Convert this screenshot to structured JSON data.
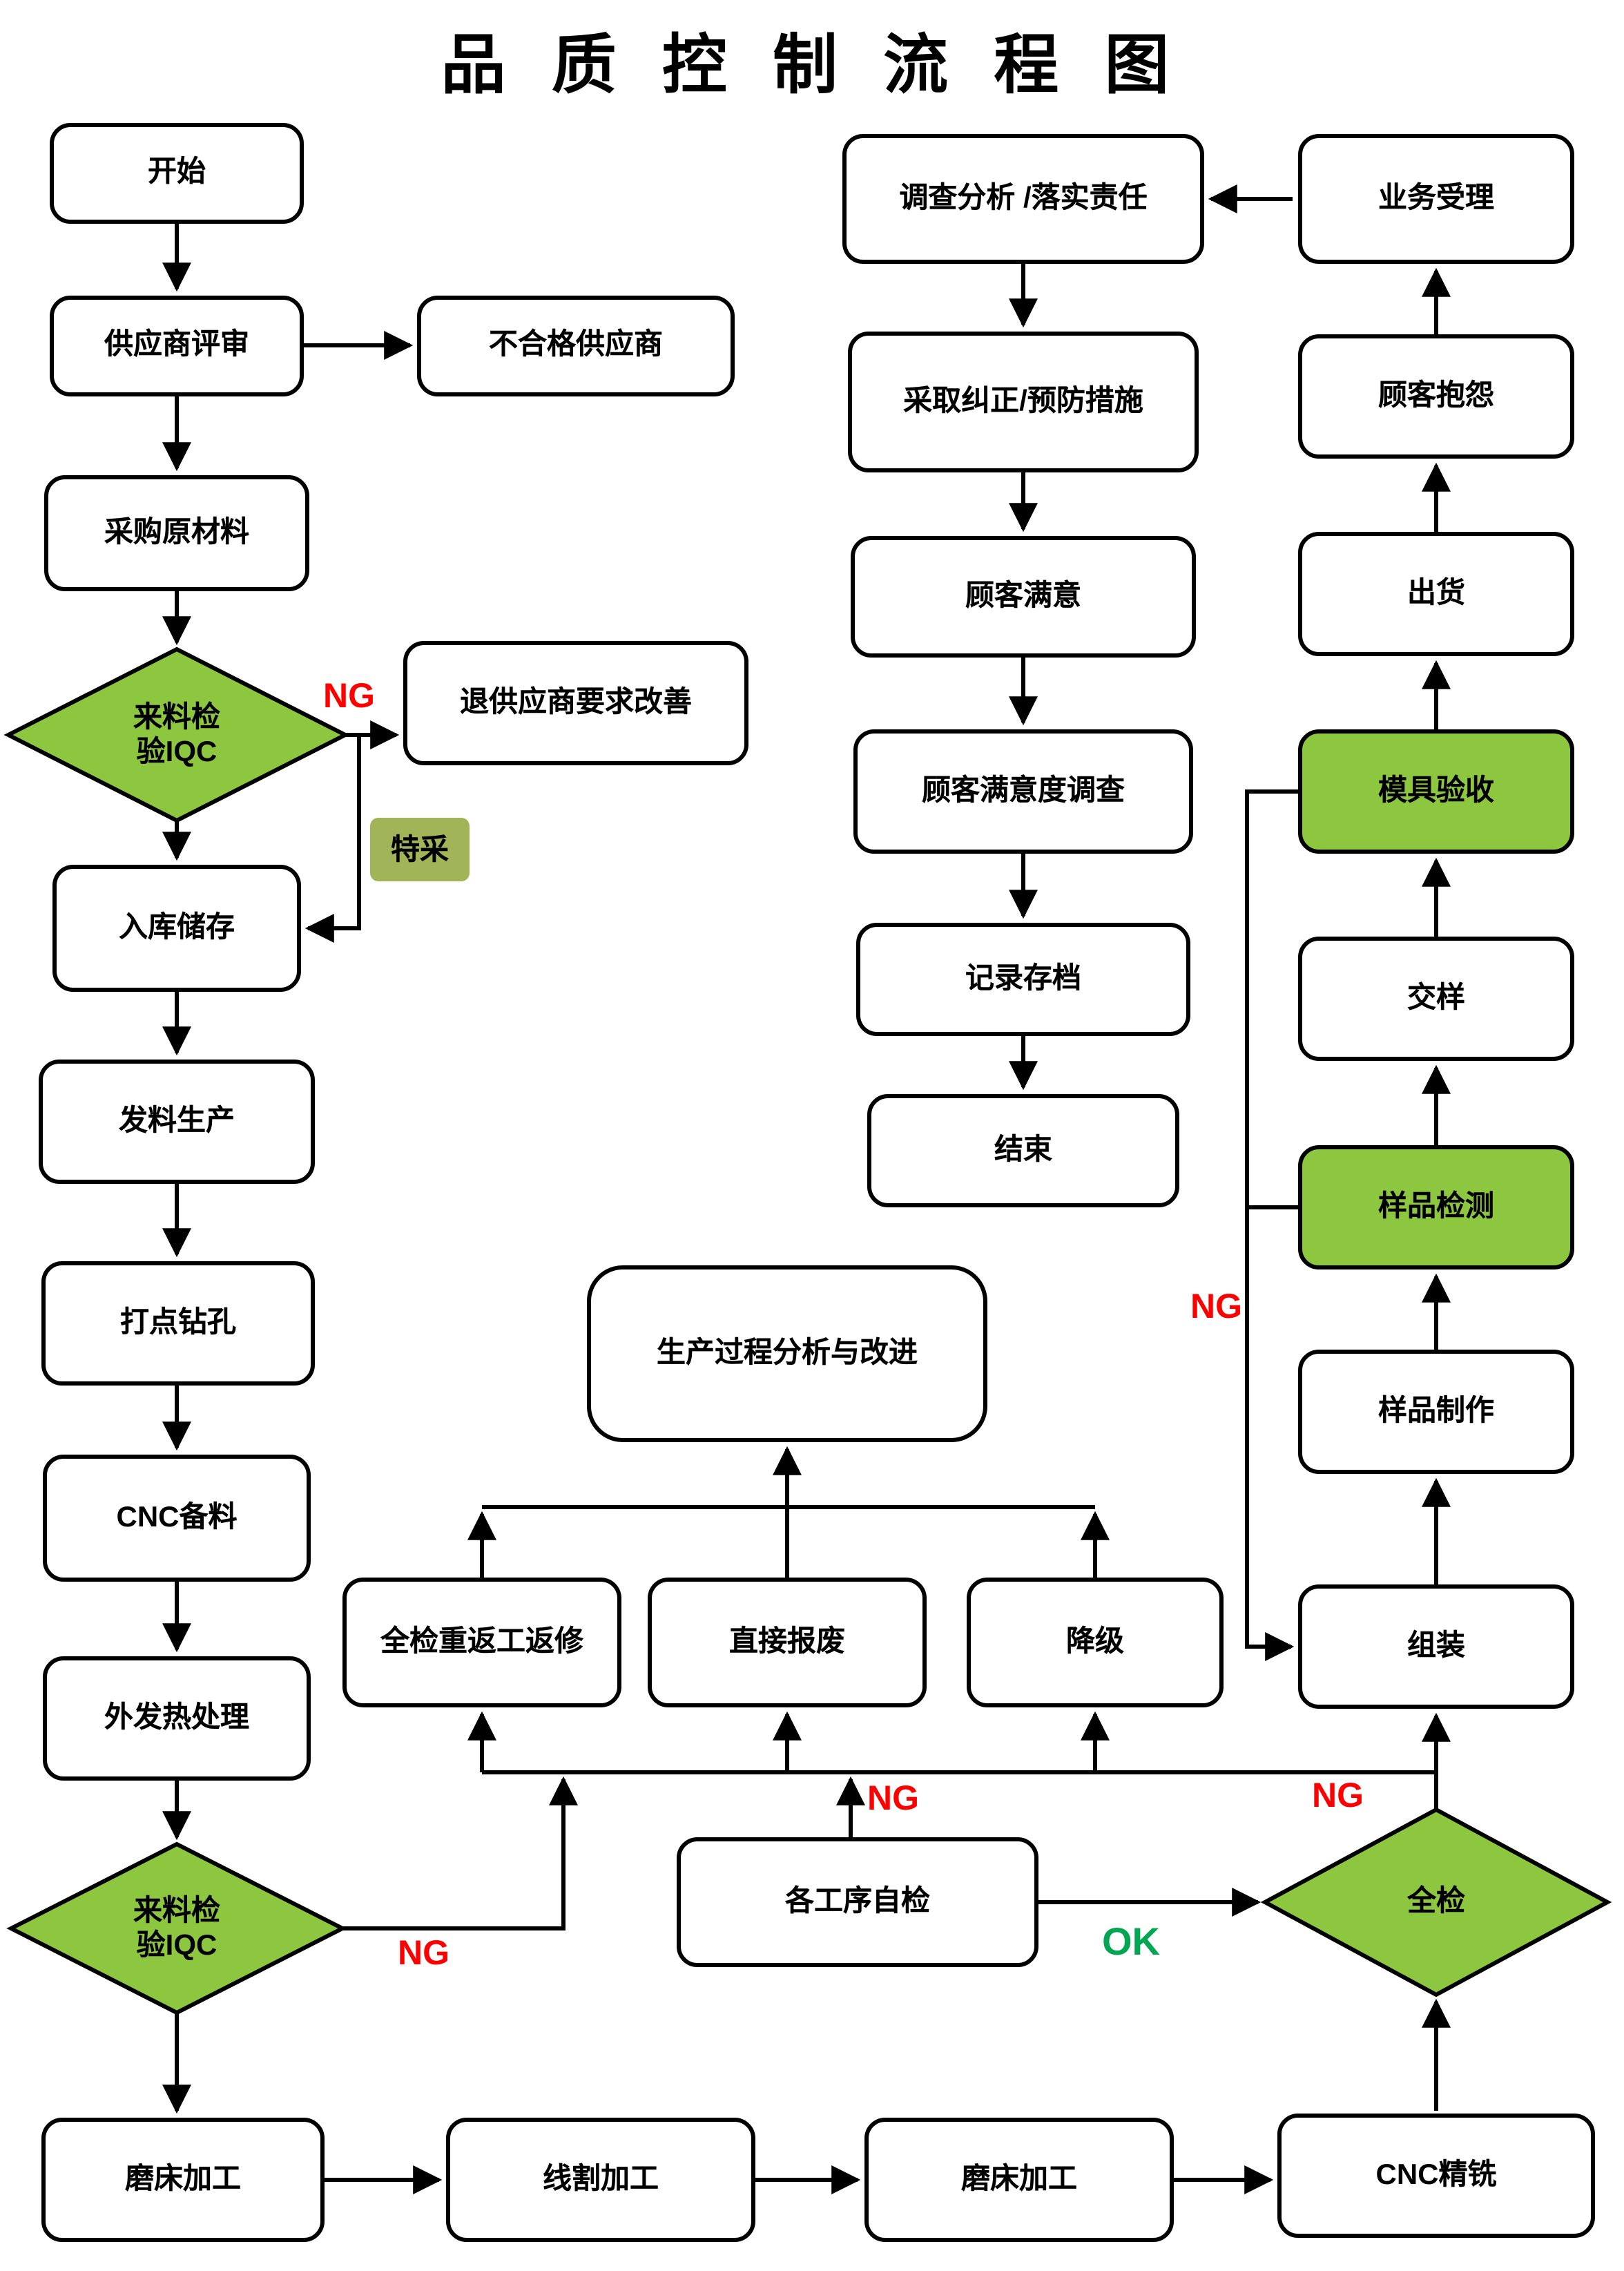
{
  "title": "品 质 控 制 流 程 图",
  "nodes": {
    "start": {
      "label": "开始"
    },
    "supplier_review": {
      "label": "供应商评审"
    },
    "unqualified_supplier": {
      "label": "不合格供应商"
    },
    "purchase_raw_material": {
      "label": "采购原材料"
    },
    "iqc_incoming_1": {
      "label": "来料检\n验IQC"
    },
    "return_supplier_improve": {
      "label": "退供应商要求改善"
    },
    "warehouse_storage": {
      "label": "入库储存"
    },
    "issue_material": {
      "label": "发料生产"
    },
    "dot_drilling": {
      "label": "打点钻孔"
    },
    "cnc_material_prep": {
      "label": "CNC备料"
    },
    "outsourced_heat_treatment": {
      "label": "外发热处理"
    },
    "iqc_incoming_2": {
      "label": "来料检\n验IQC"
    },
    "grinding_1": {
      "label": "磨床加工"
    },
    "wire_cutting": {
      "label": "线割加工"
    },
    "grinding_2": {
      "label": "磨床加工"
    },
    "cnc_fine_milling": {
      "label": "CNC精铣"
    },
    "full_inspection": {
      "label": "全检"
    },
    "assembly": {
      "label": "组装"
    },
    "sample_making": {
      "label": "样品制作"
    },
    "sample_testing": {
      "label": "样品检测"
    },
    "sample_delivery": {
      "label": "交样"
    },
    "mold_acceptance": {
      "label": "模具验收"
    },
    "shipment": {
      "label": "出货"
    },
    "customer_complaint": {
      "label": "顾客抱怨"
    },
    "business_acceptance": {
      "label": "业务受理"
    },
    "investigation": {
      "label": "调查分析 /落实责任"
    },
    "corrective_action": {
      "label": "采取纠正/预防措施"
    },
    "customer_satisfaction": {
      "label": "顾客满意"
    },
    "satisfaction_survey": {
      "label": "顾客满意度调查"
    },
    "record_archive": {
      "label": "记录存档"
    },
    "end": {
      "label": "结束"
    },
    "process_analysis": {
      "label": "生产过程分析与改进"
    },
    "full_rework": {
      "label": "全检重返工返修"
    },
    "direct_scrap": {
      "label": "直接报废"
    },
    "downgrade": {
      "label": "降级"
    },
    "self_inspection": {
      "label": "各工序自检"
    }
  },
  "edge_labels": {
    "ng_iqc1": "NG",
    "special_acceptance": "特采",
    "ng_iqc2": "NG",
    "ng_self_inspection": "NG",
    "ng_full_inspection": "NG",
    "ng_sample_mold": "NG",
    "ok_self_inspection": "OK"
  },
  "colors": {
    "highlight_green": "#8DC63F",
    "special_olive": "#A1B457",
    "ng_red": "#FF0000",
    "ok_green": "#00A651",
    "line_black": "#000000",
    "box_fill": "#FFFFFF"
  }
}
